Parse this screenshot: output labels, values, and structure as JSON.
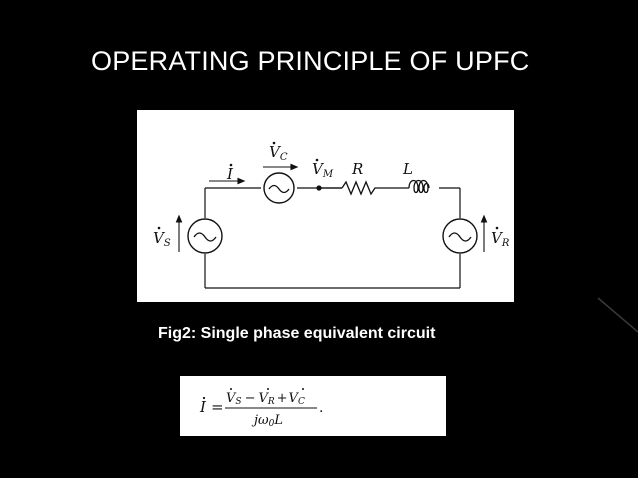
{
  "slide": {
    "title": "OPERATING PRINCIPLE OF UPFC",
    "caption": "Fig2: Single phase equivalent circuit"
  },
  "circuit": {
    "labels": {
      "vc": "V",
      "vc_sub": "C",
      "i": "I",
      "vm": "V",
      "vm_sub": "M",
      "r": "R",
      "l": "L",
      "vs": "V",
      "vs_sub": "S",
      "vr": "V",
      "vr_sub": "R"
    }
  },
  "formula": {
    "lhs": "I",
    "equals": "=",
    "num_vs": "V",
    "num_vs_sub": "S",
    "num_minus": "−",
    "num_vr": "V",
    "num_vr_sub": "R",
    "num_plus": "+",
    "num_vc": "V",
    "num_vc_sub": "C",
    "den_j": "jω",
    "den_sub": "0",
    "den_l": "L",
    "period": "."
  }
}
